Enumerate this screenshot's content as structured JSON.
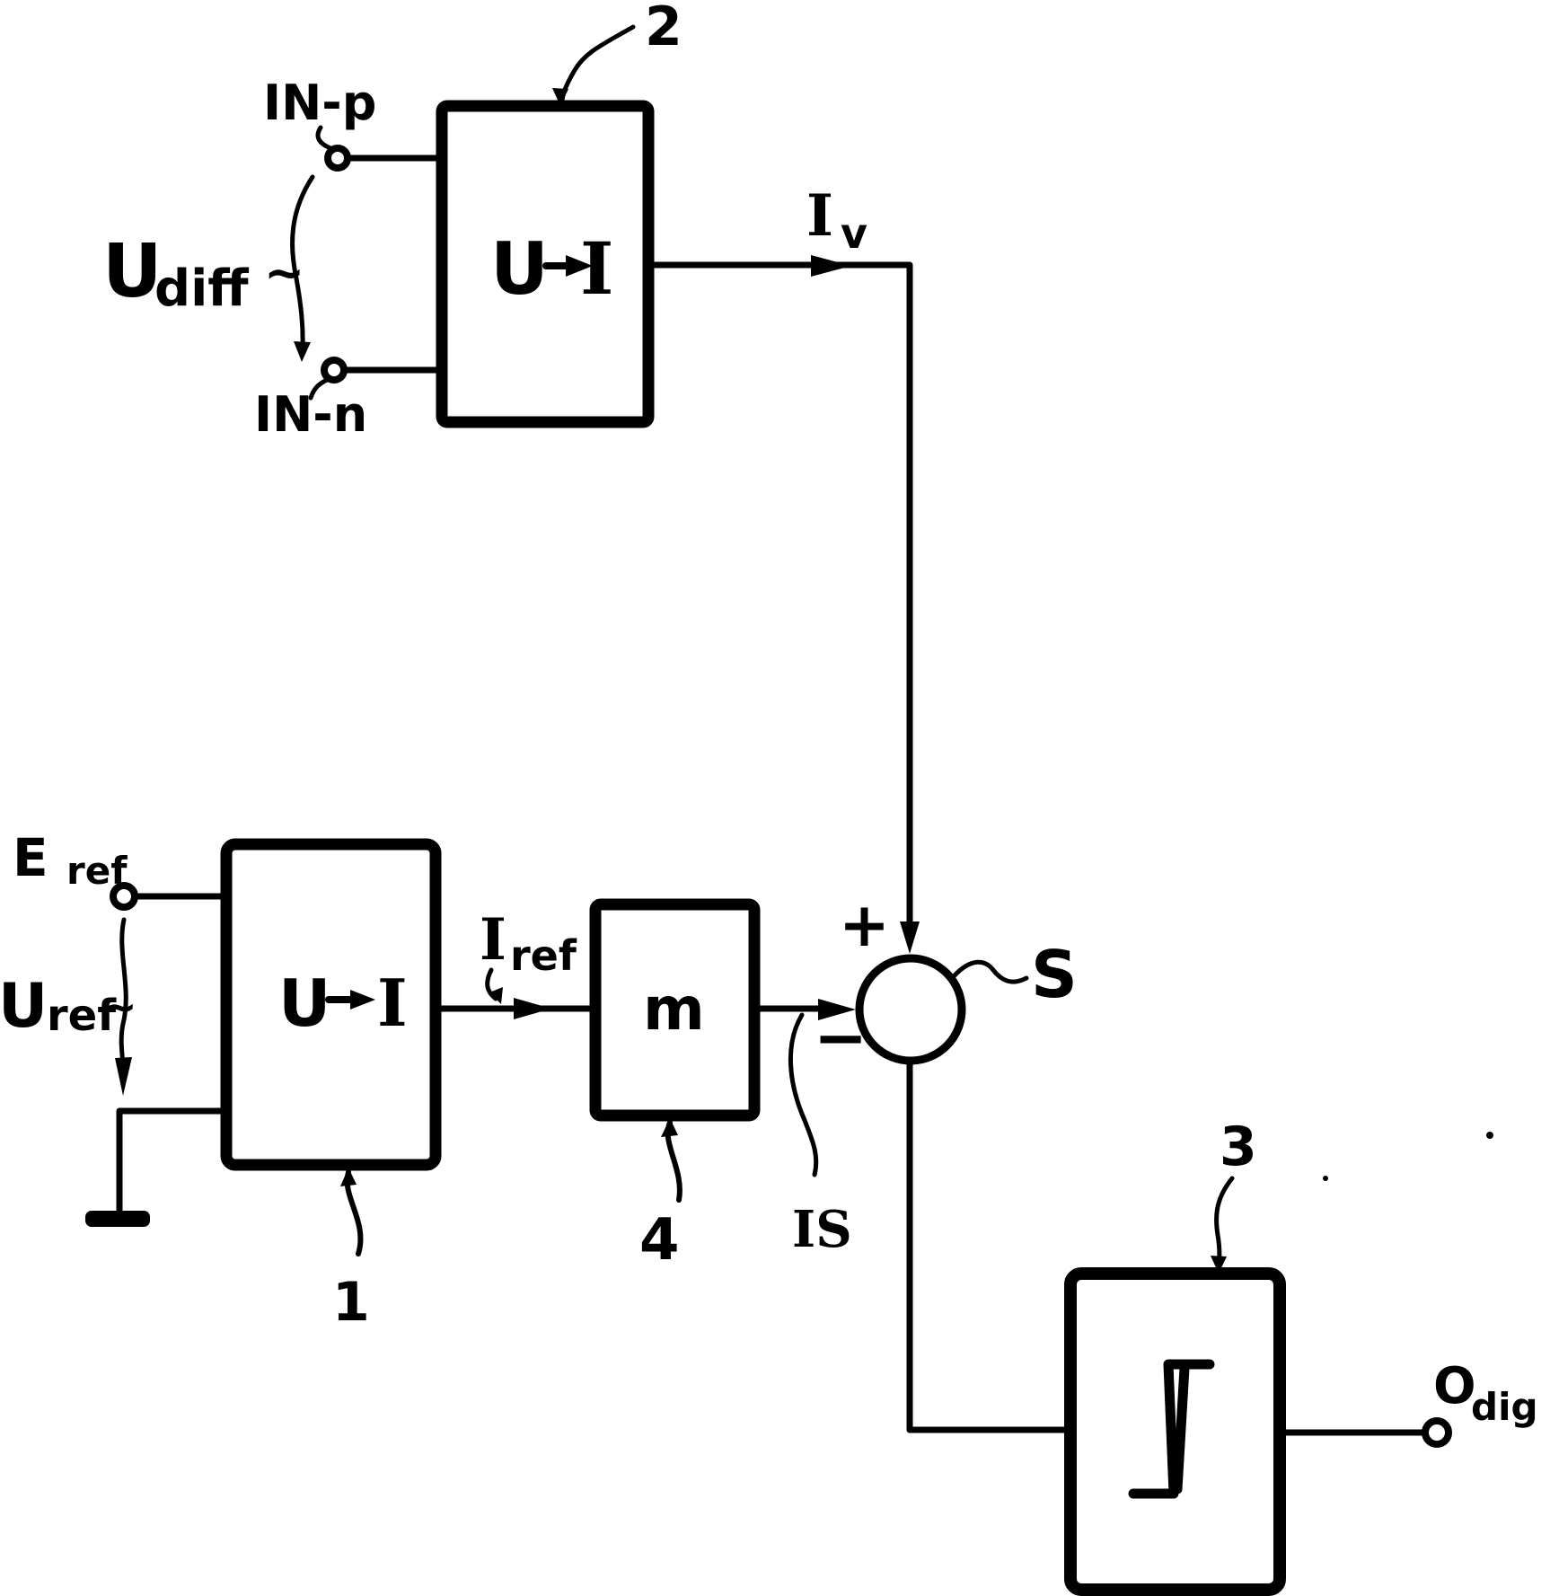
{
  "figure": {
    "background_color": "#ffffff",
    "ink_color": "#000000",
    "blocks": {
      "top_converter": {
        "label_u": "U",
        "label_i": "I",
        "ref_number": "2"
      },
      "bottom_converter": {
        "label_u": "U",
        "label_i": "I",
        "ref_number": "1"
      },
      "mirror": {
        "label": "m",
        "ref_number": "4"
      },
      "comparator": {
        "ref_number": "3"
      }
    },
    "terminals": {
      "in_p": "IN-p",
      "in_n": "IN-n",
      "e_ref_main": "E",
      "e_ref_sub": "ref",
      "o_dig_main": "O",
      "o_dig_sub": "dig"
    },
    "signals": {
      "u_diff_main": "U",
      "u_diff_sub": "diff",
      "u_diff_tilde": "~",
      "u_ref_main": "U",
      "u_ref_sub": "ref",
      "u_ref_tilde": "~",
      "i_v_main": "I",
      "i_v_sub": "v",
      "i_ref_main": "I",
      "i_ref_sub": "ref",
      "i_s": "IS",
      "summing_node": "S",
      "plus": "+",
      "minus": "−"
    }
  }
}
